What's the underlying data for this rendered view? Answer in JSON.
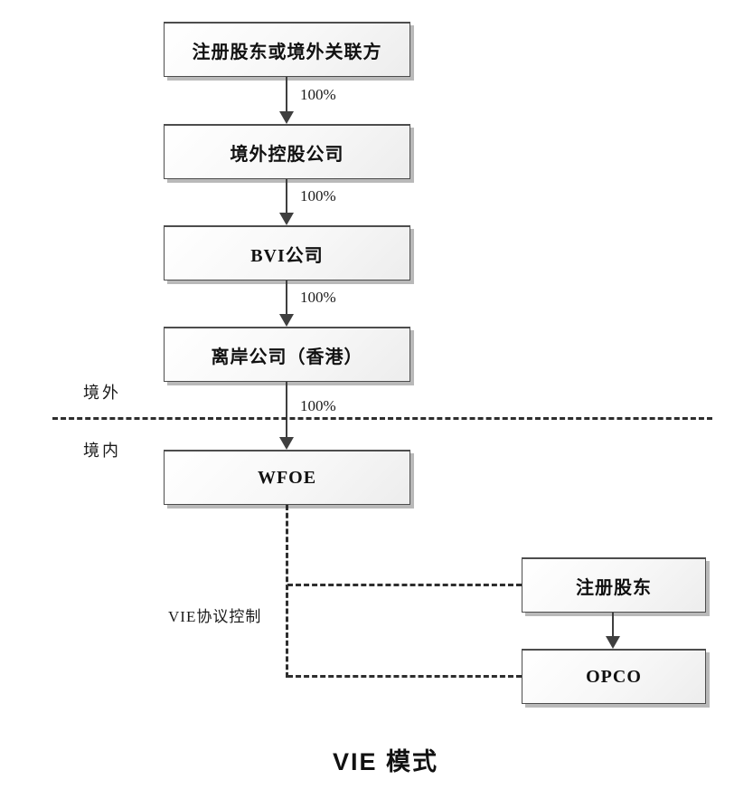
{
  "diagram": {
    "title": "VIE 模式",
    "regions": {
      "overseas": "境外",
      "domestic": "境内"
    },
    "vie_control_label": "VIE协议控制",
    "chain_boxes": [
      {
        "label": "注册股东或境外关联方"
      },
      {
        "label": "境外控股公司"
      },
      {
        "label": "BVI公司"
      },
      {
        "label": "离岸公司（香港）"
      },
      {
        "label": "WFOE"
      }
    ],
    "ownership_edges": [
      {
        "label": "100%"
      },
      {
        "label": "100%"
      },
      {
        "label": "100%"
      },
      {
        "label": "100%"
      }
    ],
    "vie_entities": [
      {
        "label": "注册股东"
      },
      {
        "label": "OPCO"
      }
    ]
  }
}
